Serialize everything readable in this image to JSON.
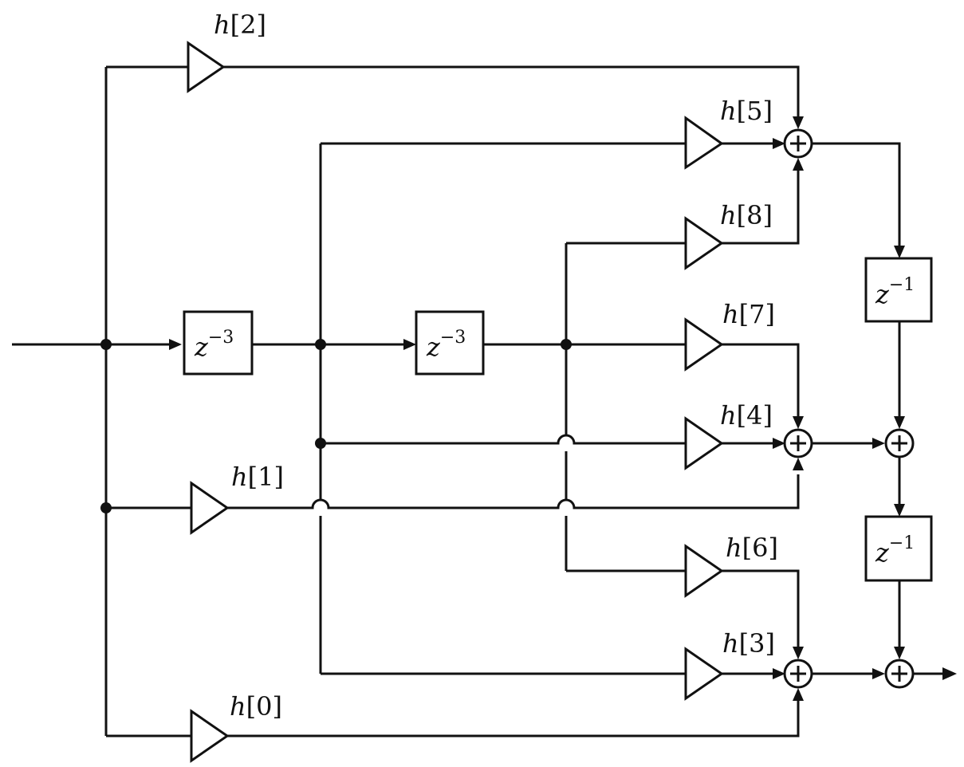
{
  "diagram": {
    "gains": {
      "h0": {
        "sym": "h",
        "idx": "[0]"
      },
      "h1": {
        "sym": "h",
        "idx": "[1]"
      },
      "h2": {
        "sym": "h",
        "idx": "[2]"
      },
      "h3": {
        "sym": "h",
        "idx": "[3]"
      },
      "h4": {
        "sym": "h",
        "idx": "[4]"
      },
      "h5": {
        "sym": "h",
        "idx": "[5]"
      },
      "h6": {
        "sym": "h",
        "idx": "[6]"
      },
      "h7": {
        "sym": "h",
        "idx": "[7]"
      },
      "h8": {
        "sym": "h",
        "idx": "[8]"
      }
    },
    "delays": {
      "z3a": {
        "base": "z",
        "exp": "−3"
      },
      "z3b": {
        "base": "z",
        "exp": "−3"
      },
      "z1a": {
        "base": "z",
        "exp": "−1"
      },
      "z1b": {
        "base": "z",
        "exp": "−1"
      }
    },
    "sum_symbol": "+"
  }
}
